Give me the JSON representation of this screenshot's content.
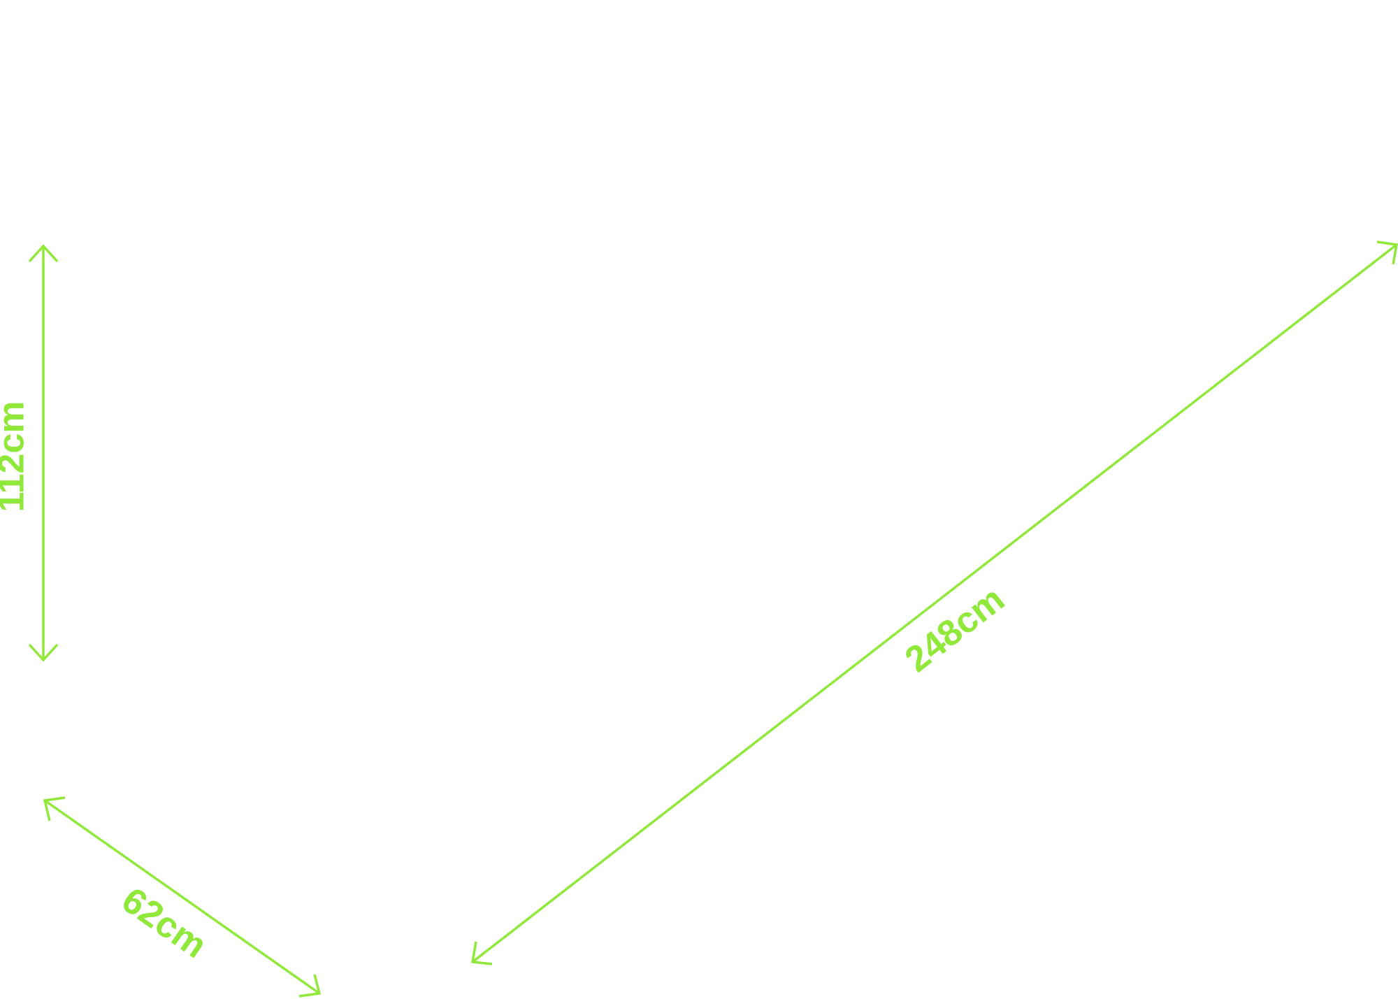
{
  "colors": {
    "background": "#ffffff",
    "dimension": "#8fe83a"
  },
  "dimensions": {
    "height": {
      "label": "112cm"
    },
    "depth": {
      "label": "62cm"
    },
    "diagonal": {
      "label": "248cm"
    }
  }
}
